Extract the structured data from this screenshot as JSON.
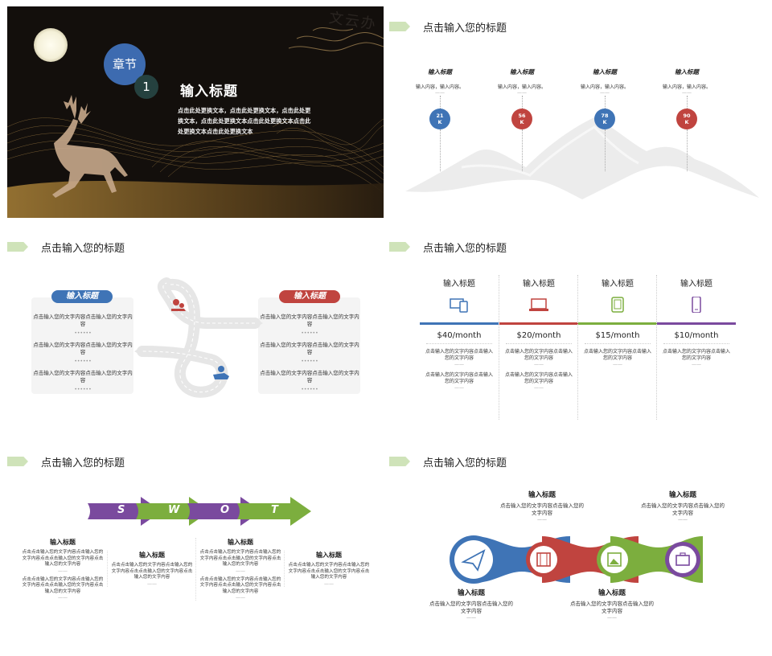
{
  "colors": {
    "blue": "#3f74b6",
    "red": "#c0443f",
    "green": "#7cae3e",
    "purple": "#7a4a9e",
    "tag": "#cfe3b9",
    "gold": "#c9a25a"
  },
  "slide1": {
    "chapter_label": "章节",
    "chapter_number": "1",
    "title": "输入标题",
    "body": [
      "点击此处更换文本，点击此处更换文本，点击此处更",
      "换文本，点击此处更换文本点击此处更换文本点击此",
      "处更换文本点击此处更换文本"
    ],
    "watermark": "文云办"
  },
  "slide2": {
    "title": "点击输入您的标题",
    "items": [
      {
        "heading": "输入标题",
        "text": "输入内容，输入内容。",
        "value": "21",
        "unit": "K",
        "color": "#3f74b6"
      },
      {
        "heading": "输入标题",
        "text": "输入内容，输入内容。",
        "value": "56",
        "unit": "K",
        "color": "#c0443f"
      },
      {
        "heading": "输入标题",
        "text": "输入内容，输入内容。",
        "value": "78",
        "unit": "K",
        "color": "#3f74b6"
      },
      {
        "heading": "输入标题",
        "text": "输入内容，输入内容。",
        "value": "90",
        "unit": "K",
        "color": "#c0443f"
      }
    ]
  },
  "slide3": {
    "title": "点击输入您的标题",
    "left": {
      "heading": "输入标题",
      "paras": [
        "点击输入您的文字内容点击输入您的文字内容",
        "点击输入您的文字内容点击输入您的文字内容",
        "点击输入您的文字内容点击输入您的文字内容"
      ]
    },
    "right": {
      "heading": "输入标题",
      "paras": [
        "点击输入您的文字内容点击输入您的文字内容",
        "点击输入您的文字内容点击输入您的文字内容",
        "点击输入您的文字内容点击输入您的文字内容"
      ]
    }
  },
  "slide4": {
    "title": "点击输入您的标题",
    "columns": [
      {
        "heading": "输入标题",
        "price": "$40/month",
        "color": "#3f74b6",
        "icon": "devices-icon",
        "texts": [
          "点击输入您的文字内容点击输入您的文字内容",
          "点击输入您的文字内容点击输入您的文字内容"
        ]
      },
      {
        "heading": "输入标题",
        "price": "$20/month",
        "color": "#c0443f",
        "icon": "laptop-icon",
        "texts": [
          "点击输入您的文字内容点击输入您的文字内容",
          "点击输入您的文字内容点击输入您的文字内容"
        ]
      },
      {
        "heading": "输入标题",
        "price": "$15/month",
        "color": "#7cae3e",
        "icon": "tablet-icon",
        "texts": [
          "点击输入您的文字内容点击输入您的文字内容"
        ]
      },
      {
        "heading": "输入标题",
        "price": "$10/month",
        "color": "#7a4a9e",
        "icon": "phone-icon",
        "texts": [
          "点击输入您的文字内容点击输入您的文字内容"
        ]
      }
    ]
  },
  "slide5": {
    "title": "点击输入您的标题",
    "letters": [
      "S",
      "W",
      "O",
      "T"
    ],
    "cols": [
      {
        "heading": "输入标题",
        "paras": [
          "点击点击输入您的文字内容点击输入您的文字内容点击点击输入您的文字内容点击输入您的文字内容",
          "点击点击输入您的文字内容点击输入您的文字内容点击点击输入您的文字内容点击输入您的文字内容"
        ]
      },
      {
        "heading": "输入标题",
        "paras": [
          "点击点击输入您的文字内容点击输入您的文字内容点击点击输入您的文字内容点击输入您的文字内容"
        ]
      },
      {
        "heading": "输入标题",
        "paras": [
          "点击点击输入您的文字内容点击输入您的文字内容点击点击输入您的文字内容点击输入您的文字内容",
          "点击点击输入您的文字内容点击输入您的文字内容点击点击输入您的文字内容点击输入您的文字内容"
        ]
      },
      {
        "heading": "输入标题",
        "paras": [
          "点击点击输入您的文字内容点击输入您的文字内容点击点击输入您的文字内容点击输入您的文字内容"
        ]
      }
    ]
  },
  "slide6": {
    "title": "点击输入您的标题",
    "top": [
      {
        "heading": "输入标题",
        "text": "点击输入您的文字内容点击输入您的文字内容"
      },
      {
        "heading": "输入标题",
        "text": "点击输入您的文字内容点击输入您的文字内容"
      }
    ],
    "bottom": [
      {
        "heading": "输入标题",
        "text": "点击输入您的文字内容点击输入您的文字内容"
      },
      {
        "heading": "输入标题",
        "text": "点击输入您的文字内容点击输入您的文字内容"
      }
    ],
    "icons": [
      "paper-plane-icon",
      "film-icon",
      "image-icon",
      "briefcase-icon"
    ]
  }
}
